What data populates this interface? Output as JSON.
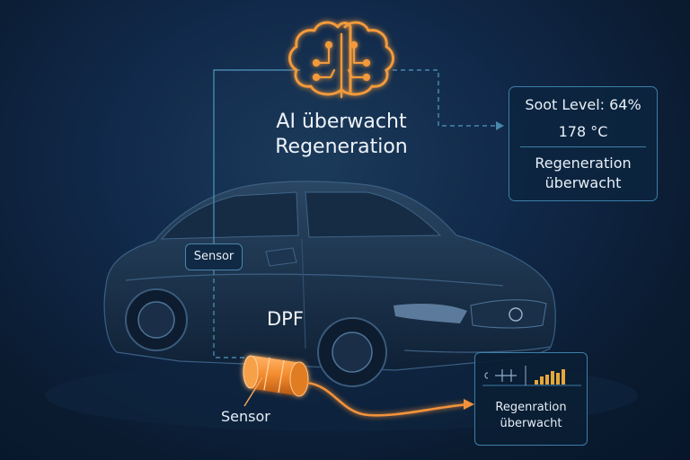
{
  "ai": {
    "title_line1": "AI überwacht",
    "title_line2": "Regeneration"
  },
  "status_card": {
    "soot": "Soot Level: 64%",
    "temperature": "178 °C",
    "regen_line1": "Regeneration",
    "regen_line2": "überwacht"
  },
  "sensor_box_label": "Sensor",
  "dpf_label": "DPF",
  "sensor_label": "Sensor",
  "small_card": {
    "line1": "Regenration",
    "line2": "überwacht"
  },
  "colors": {
    "accent_orange": "#f29a3a",
    "line_blue": "#3d7fa9",
    "background": "#0b1f35"
  },
  "icons": [
    "brain-icon",
    "car-illustration",
    "dpf-filter-icon",
    "mini-chart-icon"
  ]
}
